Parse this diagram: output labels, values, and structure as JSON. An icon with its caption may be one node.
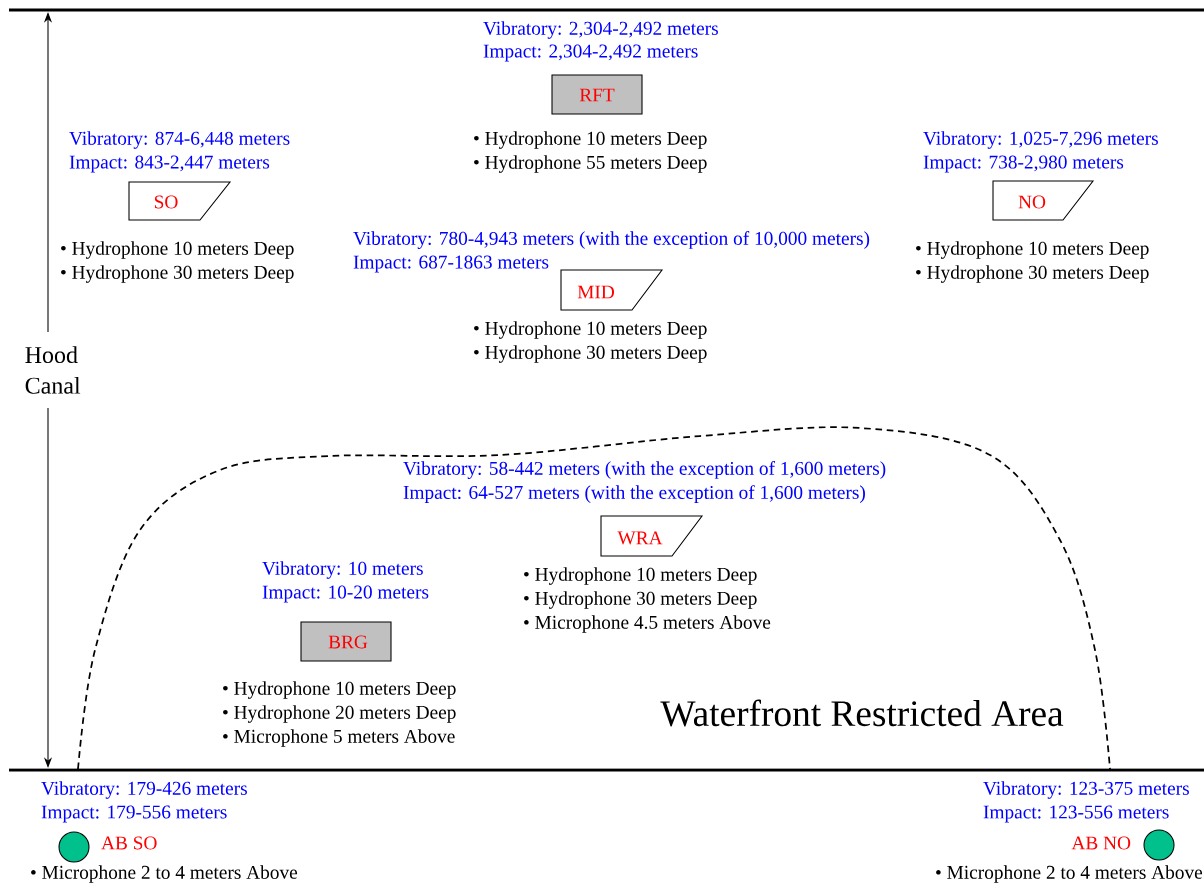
{
  "diagram": {
    "nodes": [
      {
        "text": [
          "RFT"
        ],
        "beside": [
          "Vibratory: 2,304-2,492 meters",
          "Impact: 2,304-2,492 meters",
          "• Hydrophone 10 meters Deep",
          "• Hydrophone 55 meters Deep"
        ]
      },
      {
        "text": [
          "SO"
        ],
        "beside": [
          "Vibratory: 874-6,448 meters",
          "Impact: 843-2,447 meters",
          "• Hydrophone 10 meters Deep",
          "• Hydrophone 30 meters Deep"
        ]
      },
      {
        "text": [
          "NO"
        ],
        "beside": [
          "Vibratory: 1,025-7,296 meters",
          "Impact: 738-2,980 meters",
          "• Hydrophone 10 meters Deep",
          "• Hydrophone 30 meters Deep"
        ]
      },
      {
        "text": [
          "MID"
        ],
        "beside": [
          "Vibratory: 780-4,943 meters (with the exception of 10,000 meters)",
          "Impact: 687-1863 meters",
          "• Hydrophone 10 meters Deep",
          "• Hydrophone 30 meters Deep"
        ]
      },
      {
        "text": [
          "WRA"
        ],
        "beside": [
          "Vibratory: 58-442 meters (with the exception of 1,600 meters)",
          "Impact: 64-527 meters (with the exception of 1,600 meters)",
          "• Hydrophone 10 meters Deep",
          "• Hydrophone 30 meters Deep",
          "• Microphone 4.5 meters Above"
        ]
      },
      {
        "text": [
          "BRG"
        ],
        "beside": [
          "Vibratory: 10 meters",
          "Impact: 10-20 meters",
          "• Hydrophone 10 meters Deep",
          "• Hydrophone 20 meters Deep",
          "• Microphone 5 meters Above"
        ]
      },
      {
        "text": [
          "AB SO"
        ],
        "beside": [
          "Vibratory: 179-426 meters",
          "Impact: 179-556 meters",
          "• Microphone 2 to 4 meters Above"
        ]
      },
      {
        "text": [
          "AB NO"
        ],
        "beside": [
          "Vibratory: 123-375 meters",
          "Impact: 123-556 meters",
          "• Microphone 2 to 4 meters Above"
        ]
      }
    ],
    "labels": [
      "Hood Canal",
      "Waterfront Restricted Area"
    ]
  }
}
